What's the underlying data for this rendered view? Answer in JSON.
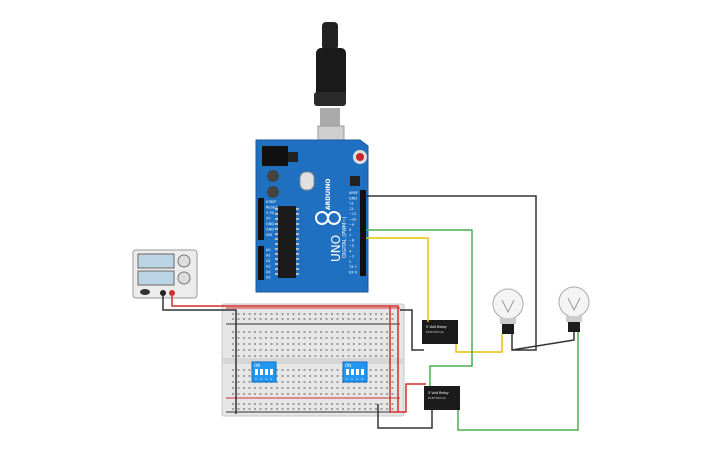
{
  "arduino": {
    "brand": "ARDUINO",
    "model": "UNO",
    "header_label": "DIGITAL (PWM~)",
    "power_label": "POWER",
    "analog_label": "ANALOG IN",
    "analog_pins": [
      "A0",
      "A1",
      "A2",
      "A3",
      "A4",
      "A5"
    ],
    "power_pins": [
      "IOREF",
      "RESET",
      "3.3V",
      "5V",
      "GND",
      "GND",
      "VIN"
    ],
    "digital_pins": [
      "AREF",
      "GND",
      "13",
      "12",
      "~11",
      "~10",
      "~9",
      "8",
      "7",
      "~6",
      "~5",
      "4",
      "~3",
      "2",
      "TX 1",
      "RX 0"
    ],
    "accent_color": "#1f70c1"
  },
  "dip_switches": [
    {
      "label": "ON",
      "positions": [
        "1",
        "2",
        "3",
        "4"
      ]
    },
    {
      "label": "ON",
      "positions": [
        "1",
        "2",
        "3",
        "4"
      ]
    }
  ],
  "relays": [
    {
      "line1": "5 Volt Relay",
      "line2": "ELECTRICAL"
    },
    {
      "line1": "5 Volt Relay",
      "line2": "ELECTRICAL"
    }
  ],
  "colors": {
    "wire_black": "#333333",
    "wire_red": "#d32f2f",
    "wire_green": "#4caf50",
    "wire_yellow": "#e8c200",
    "board_blue": "#1f70c1",
    "switch_blue": "#2196f3"
  }
}
